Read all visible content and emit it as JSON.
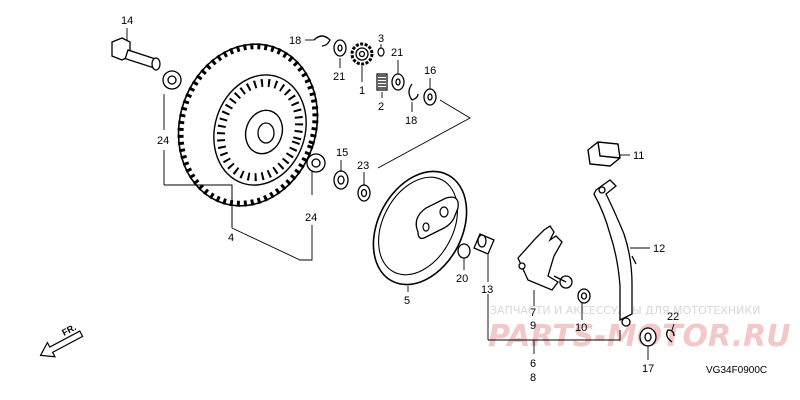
{
  "diagram_code": "VG34F0900C",
  "direction_label": "FR.",
  "watermark": {
    "line1": "ЗАПЧАСТИ И АКСЕССУАРЫ ДЛЯ МОТОТЕХНИКИ",
    "line2": "PARTS-MOTOR.RU"
  },
  "callouts": {
    "p1": "1",
    "p2": "2",
    "p3": "3",
    "p4": "4",
    "p5": "5",
    "p6": "6",
    "p7": "7",
    "p8": "8",
    "p9": "9",
    "p10": "10",
    "p11": "11",
    "p12": "12",
    "p13": "13",
    "p14": "14",
    "p15": "15",
    "p16": "16",
    "p17": "17",
    "p18a": "18",
    "p18b": "18",
    "p20": "20",
    "p21a": "21",
    "p21b": "21",
    "p22": "22",
    "p23": "23",
    "p24a": "24",
    "p24b": "24"
  }
}
